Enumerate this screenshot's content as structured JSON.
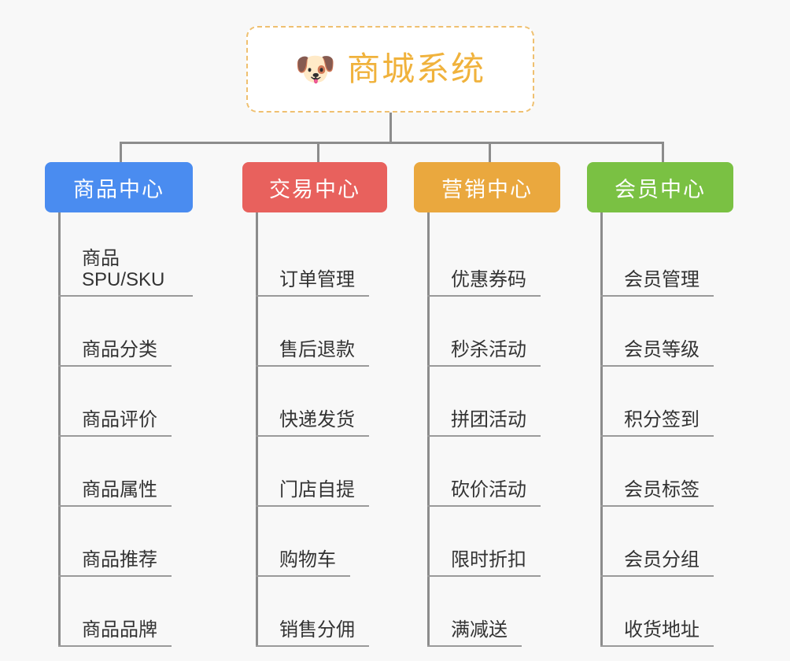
{
  "background_color": "#f8f8f8",
  "root": {
    "icon": "shiba-dog-emoji",
    "icon_glyph": "🐶",
    "title": "商城系统",
    "text_color": "#f0b23c",
    "border_color": "#efc070",
    "fill_color": "#ffffff"
  },
  "connector_color": "#8c8c8c",
  "branches": [
    {
      "id": "product-center",
      "label": "商品中心",
      "color": "#4a8cf0",
      "items": [
        "商品 SPU/SKU",
        "商品分类",
        "商品评价",
        "商品属性",
        "商品推荐",
        "商品品牌"
      ]
    },
    {
      "id": "trade-center",
      "label": "交易中心",
      "color": "#e8615d",
      "items": [
        "订单管理",
        "售后退款",
        "快递发货",
        "门店自提",
        "购物车",
        "销售分佣"
      ]
    },
    {
      "id": "marketing-center",
      "label": "营销中心",
      "color": "#eaa83e",
      "items": [
        "优惠券码",
        "秒杀活动",
        "拼团活动",
        "砍价活动",
        "限时折扣",
        "满减送"
      ]
    },
    {
      "id": "member-center",
      "label": "会员中心",
      "color": "#7ac143",
      "items": [
        "会员管理",
        "会员等级",
        "积分签到",
        "会员标签",
        "会员分组",
        "收货地址"
      ]
    }
  ]
}
